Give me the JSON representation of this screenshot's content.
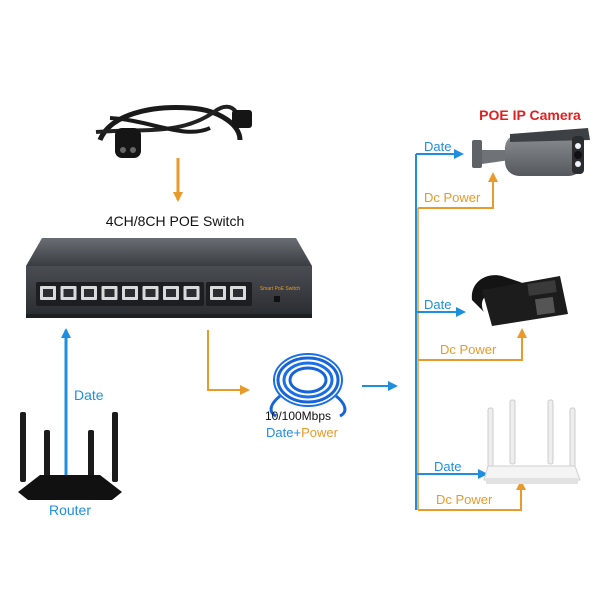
{
  "switch": {
    "title": "4CH/8CH POE Switch",
    "panel_label": "Smart PoE Switch"
  },
  "camera": {
    "title": "POE IP Camera"
  },
  "links": {
    "router_data": "Date",
    "camera_data": "Date",
    "camera_power": "Dc Power",
    "phone_data": "Date",
    "phone_power": "Dc Power",
    "ap_data": "Date",
    "ap_power": "Dc Power"
  },
  "cable": {
    "speed": "10/100Mbps",
    "data_part": "Date+",
    "power_part": "Power"
  },
  "router": {
    "label": "Router"
  },
  "colors": {
    "data": "#1e8fe0",
    "power": "#e89a2a",
    "title_red": "#e02020",
    "text_dark": "#111111"
  }
}
